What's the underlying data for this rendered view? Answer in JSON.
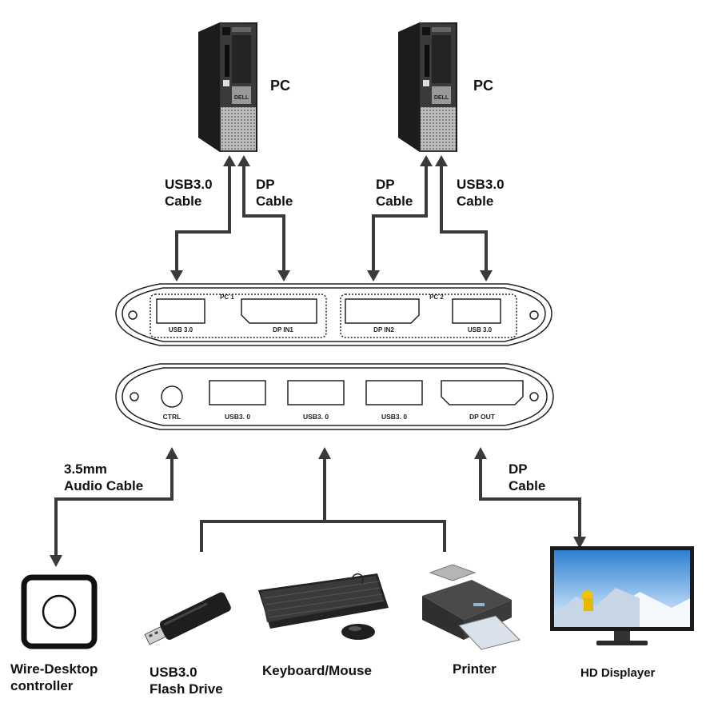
{
  "pcs": [
    {
      "label": "PC",
      "brand": "DELL"
    },
    {
      "label": "PC",
      "brand": "DELL"
    }
  ],
  "cables_top": [
    {
      "line1": "USB3.0",
      "line2": "Cable"
    },
    {
      "line1": "DP",
      "line2": "Cable"
    },
    {
      "line1": "DP",
      "line2": "Cable"
    },
    {
      "line1": "USB3.0",
      "line2": "Cable"
    }
  ],
  "kvm_front": {
    "group1": "PC 1",
    "group2": "PC 2",
    "ports": [
      "USB 3.0",
      "DP IN1",
      "DP IN2",
      "USB 3.0"
    ]
  },
  "kvm_back": {
    "ports": [
      "CTRL",
      "USB3. 0",
      "USB3. 0",
      "USB3. 0",
      "DP OUT"
    ]
  },
  "cables_bottom": [
    {
      "line1": "3.5mm",
      "line2": "Audio Cable"
    },
    {
      "line1": "DP",
      "line2": "Cable"
    }
  ],
  "devices": [
    {
      "line1": "Wire-Desktop",
      "line2": "controller"
    },
    {
      "line1": "USB3.0",
      "line2": "Flash Drive"
    },
    {
      "line1": "Keyboard/Mouse",
      "line2": ""
    },
    {
      "line1": "Printer",
      "line2": ""
    },
    {
      "line1": "HD Displayer",
      "line2": ""
    }
  ],
  "colors": {
    "arrow": "#3a3a3a",
    "tower": "#2a2a2a",
    "outline": "#222222"
  }
}
